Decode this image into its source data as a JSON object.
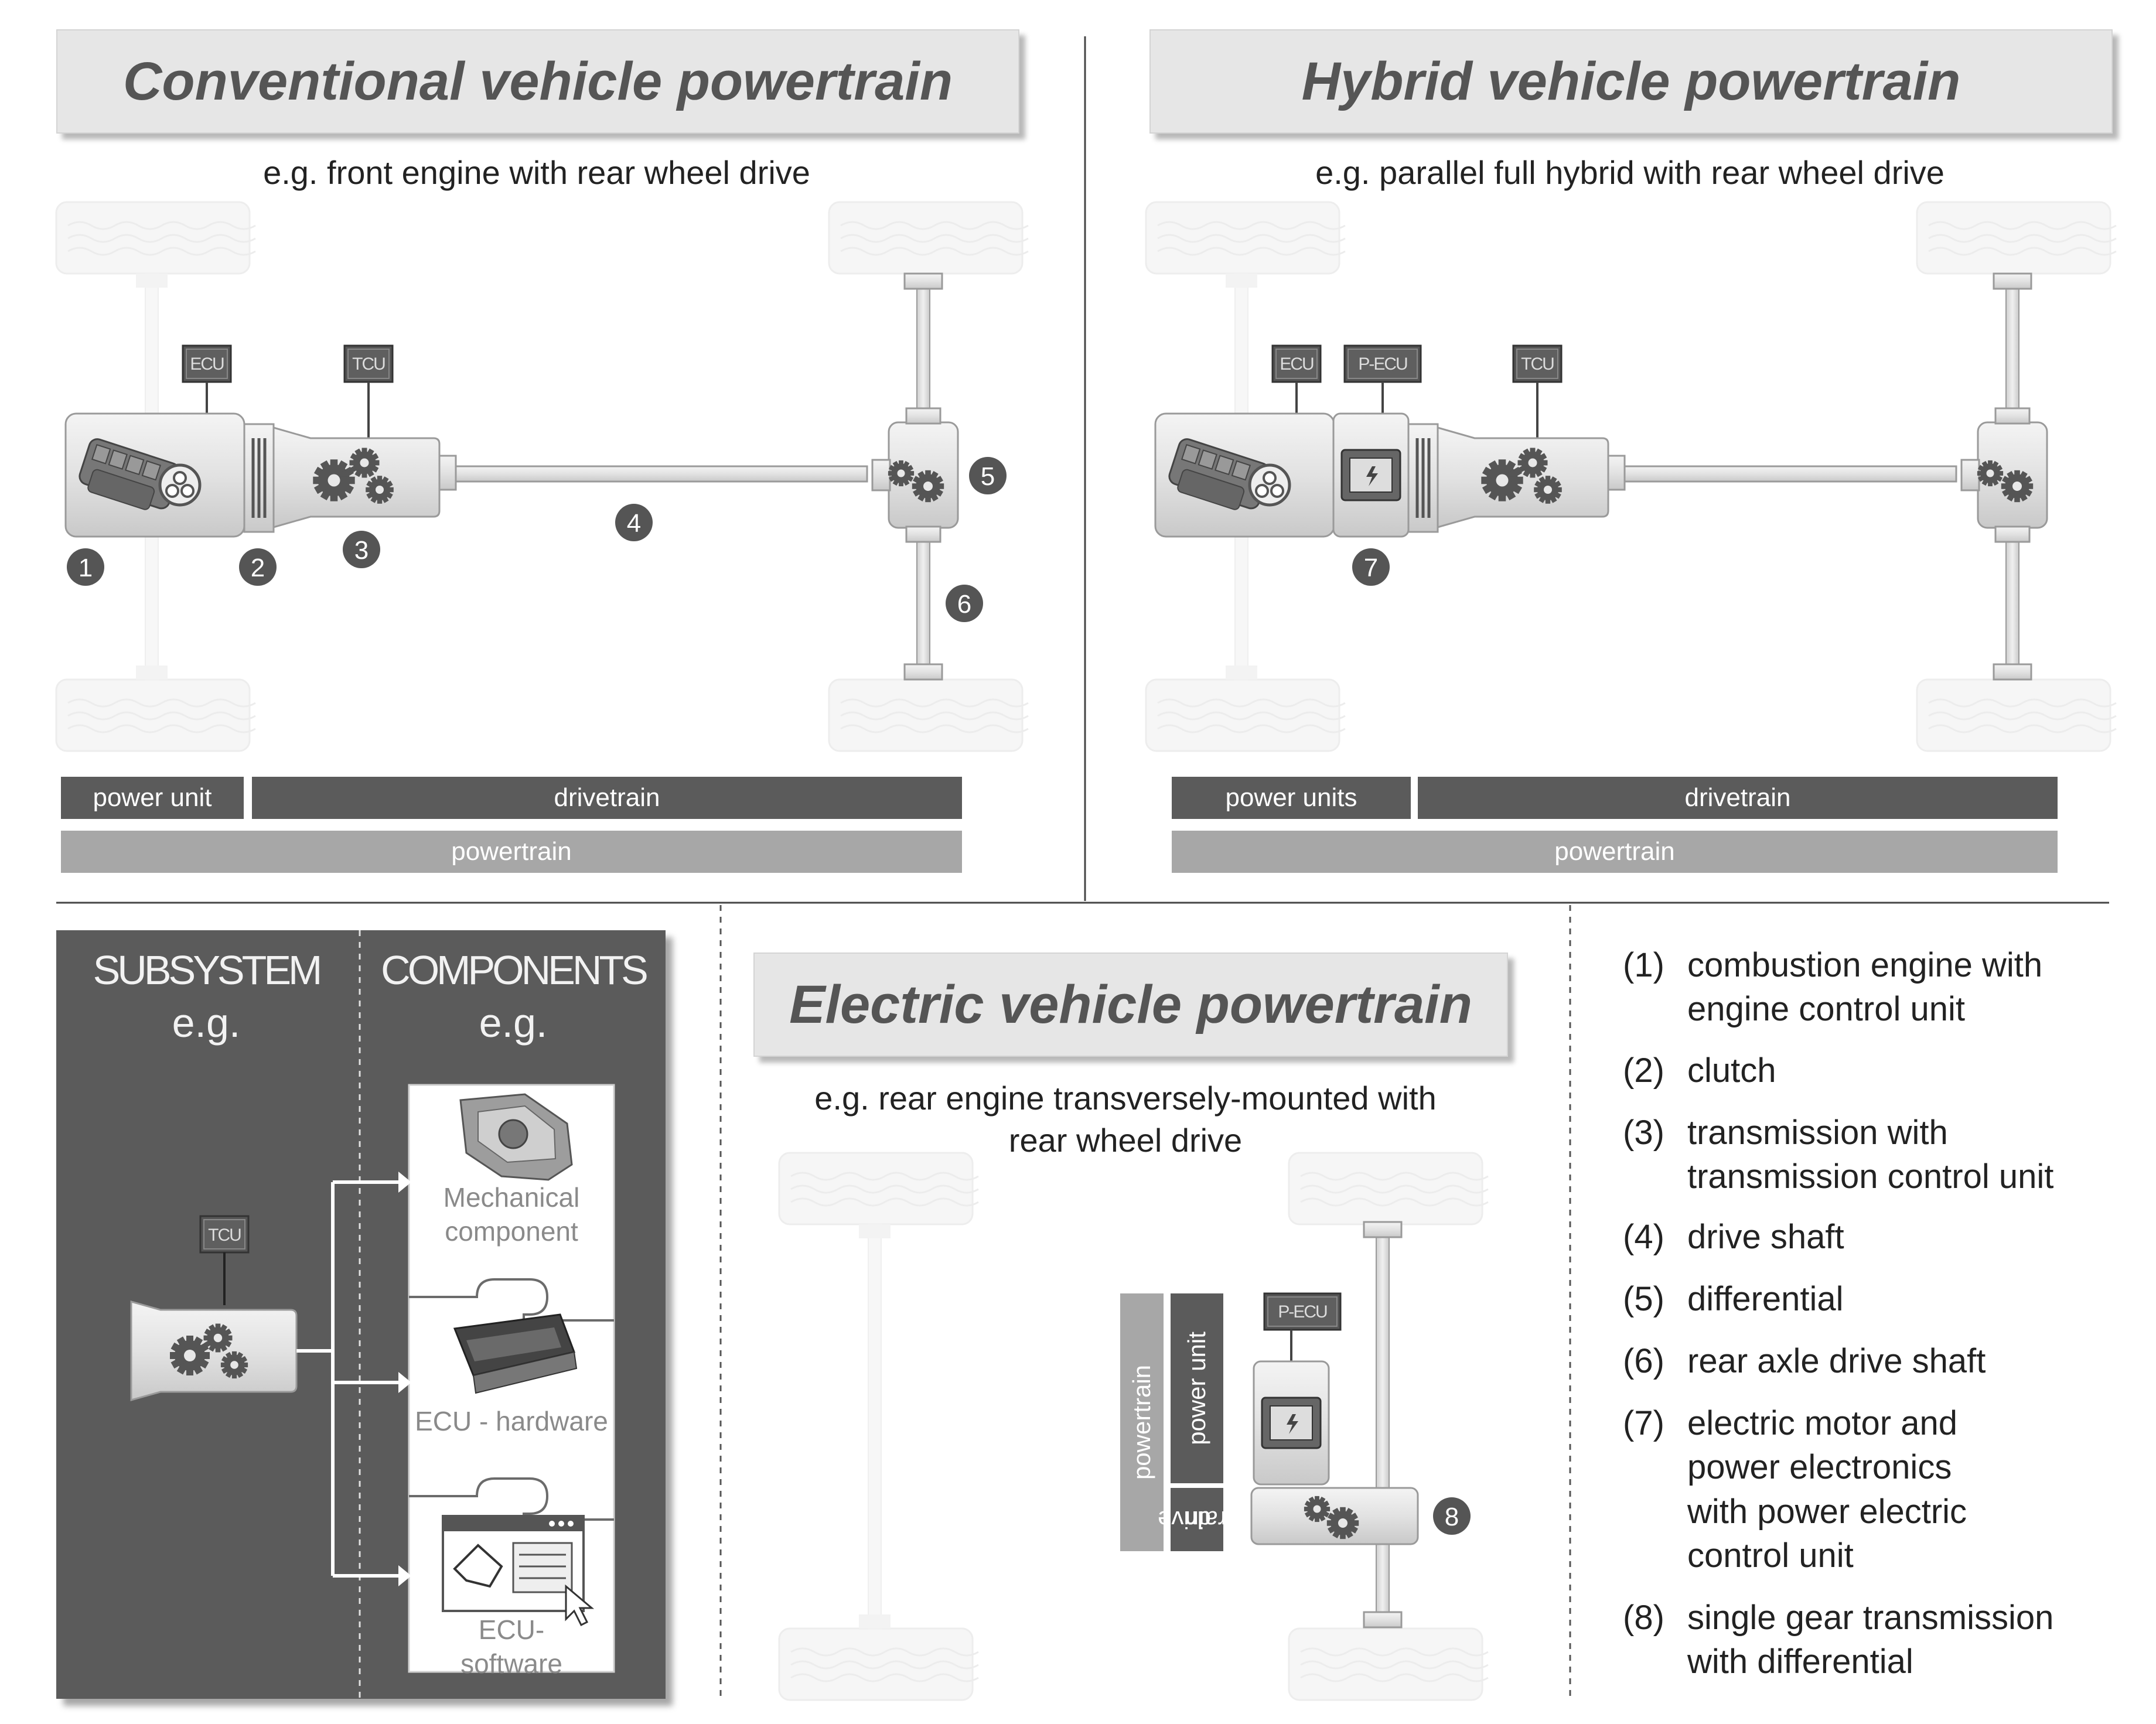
{
  "conventional": {
    "title": "Conventional vehicle powertrain",
    "subtitle": "e.g. front engine with rear wheel drive",
    "ecu_label": "ECU",
    "tcu_label": "TCU",
    "markers": [
      "1",
      "2",
      "3",
      "4",
      "5",
      "6"
    ],
    "bars": {
      "power": "power unit",
      "drive": "drivetrain",
      "powertrain": "powertrain"
    }
  },
  "hybrid": {
    "title": "Hybrid vehicle powertrain",
    "subtitle": "e.g. parallel full hybrid with rear wheel drive",
    "ecu_label": "ECU",
    "pecu_label": "P-ECU",
    "tcu_label": "TCU",
    "markers": [
      "7"
    ],
    "bars": {
      "power": "power units",
      "drive": "drivetrain",
      "powertrain": "powertrain"
    }
  },
  "electric": {
    "title": "Electric vehicle powertrain",
    "subtitle_line1": "e.g. rear engine transversely-mounted with",
    "subtitle_line2": "rear wheel drive",
    "pecu_label": "P-ECU",
    "markers": [
      "8"
    ],
    "bars": {
      "powertrain": "powertrain",
      "power": "power unit",
      "drive_line1": "drive",
      "drive_line2": "train"
    }
  },
  "subsystem_panel": {
    "col1_head": "SUBSYSTEM",
    "col1_sub": "e.g.",
    "col2_head": "COMPONENTS",
    "col2_sub": "e.g.",
    "tcu_label": "TCU",
    "components": [
      {
        "line1": "Mechanical",
        "line2": "component"
      },
      {
        "line1": "ECU - hardware",
        "line2": ""
      },
      {
        "line1": "ECU-",
        "line2": "software"
      }
    ]
  },
  "legend": [
    {
      "num": "(1)",
      "lines": [
        "combustion engine with",
        "engine control unit"
      ]
    },
    {
      "num": "(2)",
      "lines": [
        "clutch"
      ]
    },
    {
      "num": "(3)",
      "lines": [
        "transmission with",
        "transmission control unit"
      ]
    },
    {
      "num": "(4)",
      "lines": [
        "drive shaft"
      ]
    },
    {
      "num": "(5)",
      "lines": [
        "differential"
      ]
    },
    {
      "num": "(6)",
      "lines": [
        "rear axle drive shaft"
      ]
    },
    {
      "num": "(7)",
      "lines": [
        "electric motor and",
        "power electronics",
        "with power electric",
        "control unit"
      ]
    },
    {
      "num": "(8)",
      "lines": [
        "single gear transmission",
        "with differential"
      ]
    }
  ]
}
